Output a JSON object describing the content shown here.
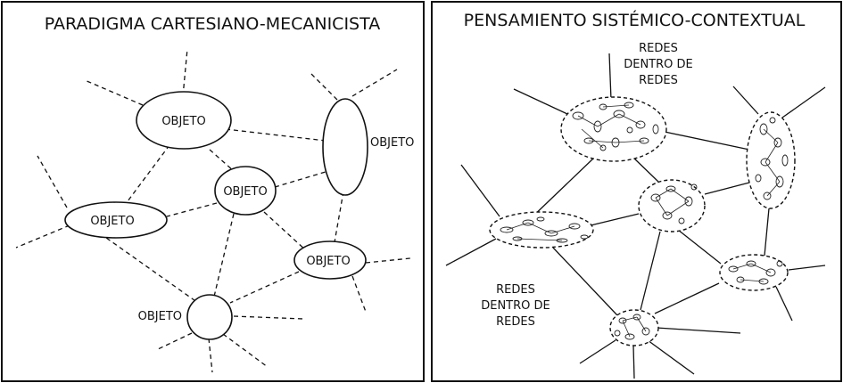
{
  "left_panel": {
    "title": "PARADIGMA CARTESIANO-MECANICISTA",
    "node_label": "OBJETO"
  },
  "right_panel": {
    "title": "PENSAMIENTO SISTÉMICO-CONTEXTUAL",
    "label_top": [
      "REDES",
      "DENTRO DE",
      "REDES"
    ],
    "label_bottom": [
      "REDES",
      "DENTRO DE",
      "REDES"
    ]
  }
}
